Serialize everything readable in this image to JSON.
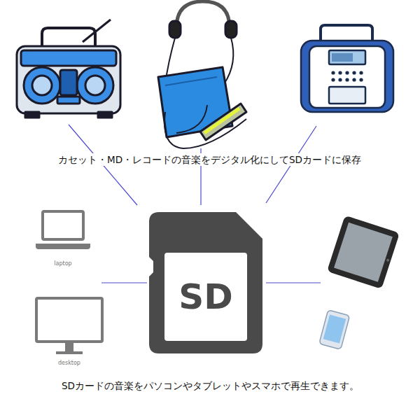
{
  "diagram": {
    "nodes": [
      {
        "text": [
          "laptop"
        ]
      },
      {
        "text": [
          "SD"
        ]
      },
      {
        "text": [
          "desktop"
        ]
      }
    ],
    "labels": [
      "カセット・MD・レコードの音楽をデジタル化にしてSDカードに保存",
      "SDカードの音楽をパソコンやタブレットやスマホで再生できます。"
    ]
  }
}
